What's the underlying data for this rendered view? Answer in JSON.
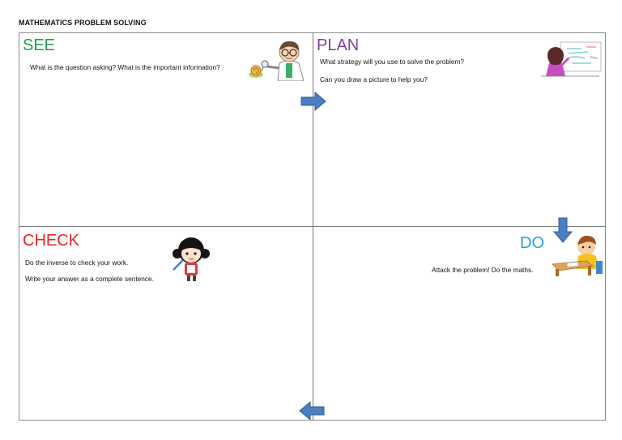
{
  "document": {
    "title": "MATHEMATICS PROBLEM SOLVING"
  },
  "see": {
    "heading": "SEE",
    "color": "#1f9e4b",
    "lines": [
      "What is the question asking? What is the important information?"
    ],
    "icon": "scientist-with-snail-icon"
  },
  "plan": {
    "heading": "PLAN",
    "color": "#7b3fa0",
    "lines": [
      "What strategy will you use to solve the problem?",
      "Can you draw a picture to help you?"
    ],
    "icon": "girl-at-whiteboard-icon"
  },
  "check": {
    "heading": "CHECK",
    "color": "#e32727",
    "lines": [
      "Do the inverse to check your work.",
      "Write your answer as a complete sentence."
    ],
    "icon": "girl-with-pencil-icon"
  },
  "do": {
    "heading": "DO",
    "color": "#2a9fd6",
    "lines": [
      "Attack the problem! Do the maths."
    ],
    "icon": "boy-writing-at-desk-icon"
  },
  "arrows": {
    "color": "#4a7fc1",
    "icons": [
      "arrow-right-icon",
      "arrow-down-icon",
      "arrow-left-icon"
    ]
  }
}
